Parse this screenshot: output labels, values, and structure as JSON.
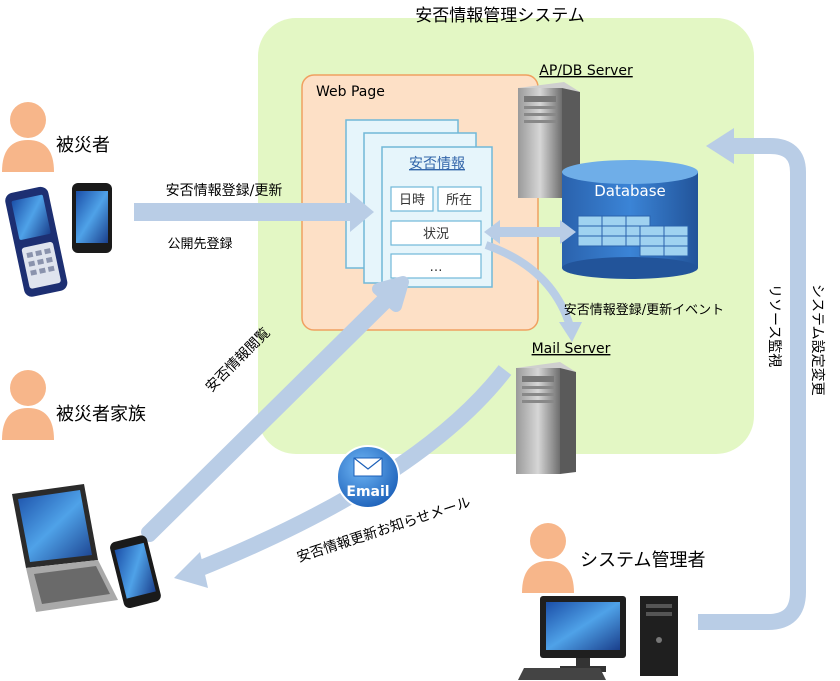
{
  "system": {
    "title": "安否情報管理システム"
  },
  "web_page": {
    "label": "Web Page",
    "card": {
      "title": "安否情報",
      "fields": [
        "日時",
        "所在",
        "状況",
        "…"
      ]
    }
  },
  "servers": {
    "apdb": "AP/DB Server",
    "mail": "Mail Server",
    "database": "Database"
  },
  "actors": {
    "victim": "被災者",
    "family": "被災者家族",
    "admin": "システム管理者"
  },
  "flows": {
    "register": "安否情報登録/更新",
    "publish": "公開先登録",
    "event": "安否情報登録/更新イベント",
    "browse": "安否情報閲覧",
    "notify_mail": "安否情報更新お知らせメール",
    "settings": "システム設定変更",
    "monitor": "リソース監視"
  },
  "email_badge": "Email",
  "colors": {
    "system_bg": "#e3f7c4",
    "webpage_bg": "#fde0c6",
    "webpage_border": "#f0a060",
    "card_bg": "#e6f5fb",
    "card_border": "#70b8d8",
    "arrow": "#b9cde6",
    "database": "#2f72c2",
    "person": "#f7b68a",
    "link_text": "#3366aa"
  }
}
